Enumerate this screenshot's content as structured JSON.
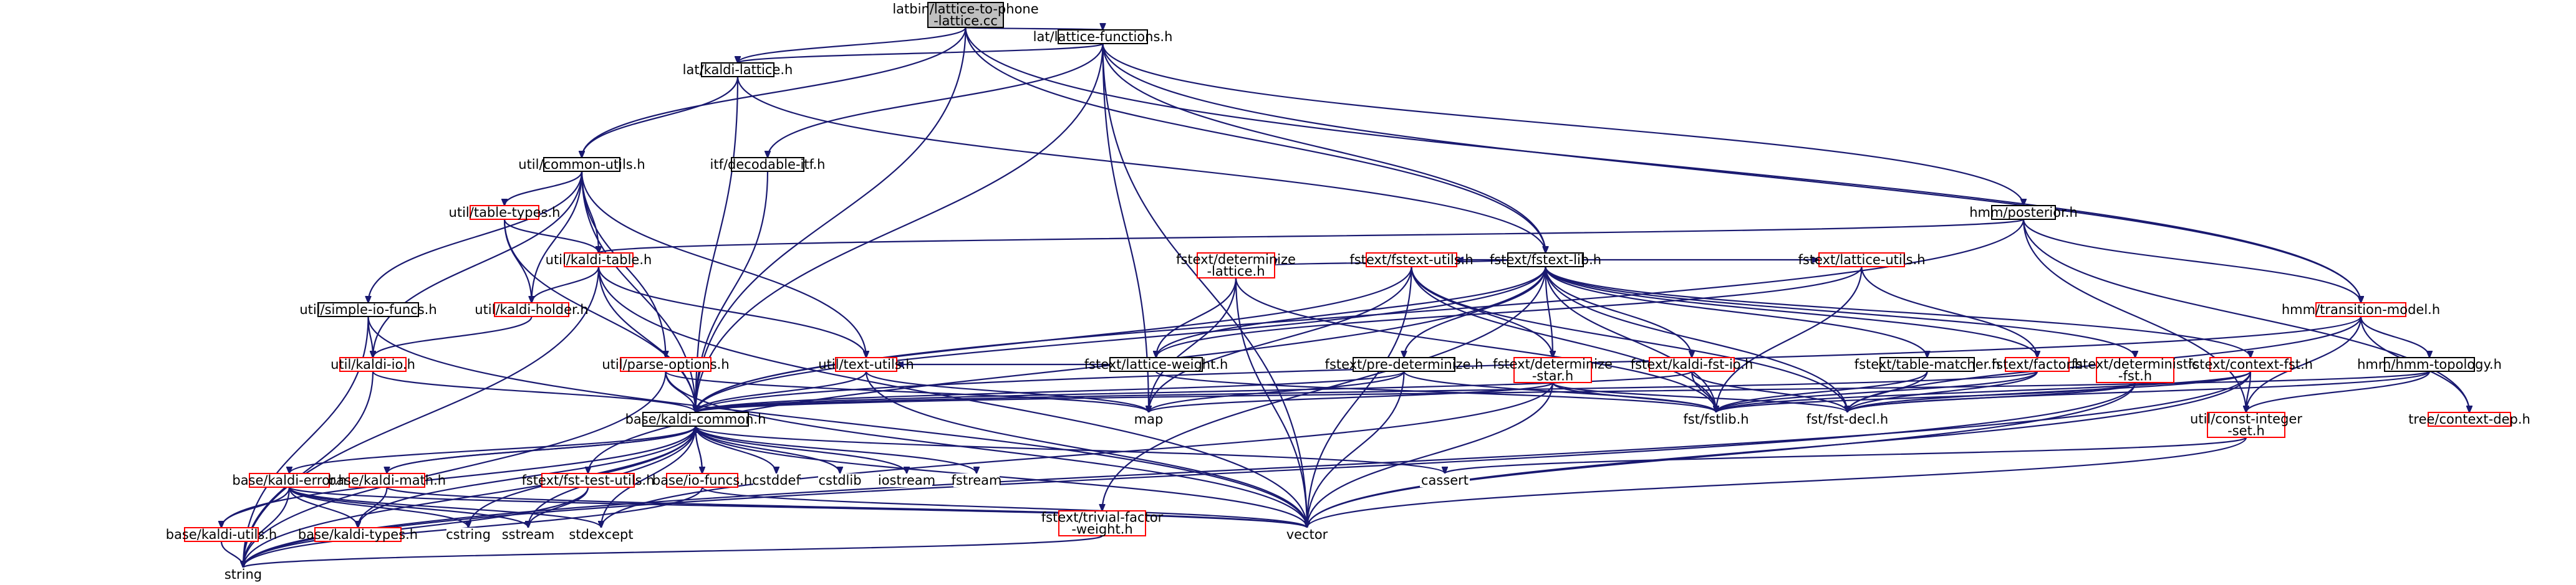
{
  "nodes": [
    {
      "id": "root",
      "lines": [
        "latbin/lattice-to-phone",
        "-lattice.cc"
      ],
      "style": "root"
    },
    {
      "id": "lattice-functions",
      "lines": [
        "lat/lattice-functions.h"
      ],
      "style": "black"
    },
    {
      "id": "kaldi-lattice",
      "lines": [
        "lat/kaldi-lattice.h"
      ],
      "style": "black"
    },
    {
      "id": "common-utils",
      "lines": [
        "util/common-utils.h"
      ],
      "style": "black"
    },
    {
      "id": "decodable-itf",
      "lines": [
        "itf/decodable-itf.h"
      ],
      "style": "black"
    },
    {
      "id": "posterior",
      "lines": [
        "hmm/posterior.h"
      ],
      "style": "black"
    },
    {
      "id": "fstext-lib",
      "lines": [
        "fstext/fstext-lib.h"
      ],
      "style": "black"
    },
    {
      "id": "transition-model",
      "lines": [
        "hmm/transition-model.h"
      ],
      "style": "red"
    },
    {
      "id": "table-types",
      "lines": [
        "util/table-types.h"
      ],
      "style": "red"
    },
    {
      "id": "kaldi-table",
      "lines": [
        "util/kaldi-table.h"
      ],
      "style": "red"
    },
    {
      "id": "kaldi-holder",
      "lines": [
        "util/kaldi-holder.h"
      ],
      "style": "red"
    },
    {
      "id": "simple-io-funcs",
      "lines": [
        "util/simple-io-funcs.h"
      ],
      "style": "black"
    },
    {
      "id": "kaldi-io",
      "lines": [
        "util/kaldi-io.h"
      ],
      "style": "red"
    },
    {
      "id": "parse-options",
      "lines": [
        "util/parse-options.h"
      ],
      "style": "red"
    },
    {
      "id": "text-utils",
      "lines": [
        "util/text-utils.h"
      ],
      "style": "red"
    },
    {
      "id": "determinize-lattice",
      "lines": [
        "fstext/determinize",
        "-lattice.h"
      ],
      "style": "red"
    },
    {
      "id": "lattice-weight",
      "lines": [
        "fstext/lattice-weight.h"
      ],
      "style": "black"
    },
    {
      "id": "fstext-utils",
      "lines": [
        "fstext/fstext-utils.h"
      ],
      "style": "red"
    },
    {
      "id": "pre-determinize",
      "lines": [
        "fstext/pre-determinize.h"
      ],
      "style": "black"
    },
    {
      "id": "determinize-star",
      "lines": [
        "fstext/determinize",
        "-star.h"
      ],
      "style": "red"
    },
    {
      "id": "kaldi-fst-io",
      "lines": [
        "fstext/kaldi-fst-io.h"
      ],
      "style": "red"
    },
    {
      "id": "lattice-utils",
      "lines": [
        "fstext/lattice-utils.h"
      ],
      "style": "red"
    },
    {
      "id": "table-matcher",
      "lines": [
        "fstext/table-matcher.h"
      ],
      "style": "black"
    },
    {
      "id": "factor",
      "lines": [
        "fstext/factor.h"
      ],
      "style": "red"
    },
    {
      "id": "deterministic-fst",
      "lines": [
        "fstext/deterministic",
        "-fst.h"
      ],
      "style": "red"
    },
    {
      "id": "context-fst",
      "lines": [
        "fstext/context-fst.h"
      ],
      "style": "red"
    },
    {
      "id": "hmm-topology",
      "lines": [
        "hmm/hmm-topology.h"
      ],
      "style": "black"
    },
    {
      "id": "context-dep",
      "lines": [
        "tree/context-dep.h"
      ],
      "style": "red"
    },
    {
      "id": "kaldi-common",
      "lines": [
        "base/kaldi-common.h"
      ],
      "style": "black"
    },
    {
      "id": "map",
      "lines": [
        "map"
      ],
      "style": "plain"
    },
    {
      "id": "fstlib",
      "lines": [
        "fst/fstlib.h"
      ],
      "style": "plain"
    },
    {
      "id": "fst-decl",
      "lines": [
        "fst/fst-decl.h"
      ],
      "style": "plain"
    },
    {
      "id": "const-integer-set",
      "lines": [
        "util/const-integer",
        "-set.h"
      ],
      "style": "red"
    },
    {
      "id": "kaldi-error",
      "lines": [
        "base/kaldi-error.h"
      ],
      "style": "red"
    },
    {
      "id": "kaldi-math",
      "lines": [
        "base/kaldi-math.h"
      ],
      "style": "red"
    },
    {
      "id": "fst-test-utils",
      "lines": [
        "fstext/fst-test-utils.h"
      ],
      "style": "red"
    },
    {
      "id": "io-funcs",
      "lines": [
        "base/io-funcs.h"
      ],
      "style": "red"
    },
    {
      "id": "cstddef",
      "lines": [
        "cstddef"
      ],
      "style": "plain"
    },
    {
      "id": "cstdlib",
      "lines": [
        "cstdlib"
      ],
      "style": "plain"
    },
    {
      "id": "iostream",
      "lines": [
        "iostream"
      ],
      "style": "plain"
    },
    {
      "id": "fstream",
      "lines": [
        "fstream"
      ],
      "style": "plain"
    },
    {
      "id": "trivial-factor-weight",
      "lines": [
        "fstext/trivial-factor",
        "-weight.h"
      ],
      "style": "red"
    },
    {
      "id": "cassert",
      "lines": [
        "cassert"
      ],
      "style": "plain"
    },
    {
      "id": "kaldi-utils",
      "lines": [
        "base/kaldi-utils.h"
      ],
      "style": "red"
    },
    {
      "id": "kaldi-types",
      "lines": [
        "base/kaldi-types.h"
      ],
      "style": "red"
    },
    {
      "id": "cstring",
      "lines": [
        "cstring"
      ],
      "style": "plain"
    },
    {
      "id": "sstream",
      "lines": [
        "sstream"
      ],
      "style": "plain"
    },
    {
      "id": "stdexcept",
      "lines": [
        "stdexcept"
      ],
      "style": "plain"
    },
    {
      "id": "vector",
      "lines": [
        "vector"
      ],
      "style": "plain"
    },
    {
      "id": "string",
      "lines": [
        "string"
      ],
      "style": "plain"
    }
  ],
  "edges": [
    [
      "root",
      "lattice-functions"
    ],
    [
      "root",
      "kaldi-lattice"
    ],
    [
      "root",
      "common-utils"
    ],
    [
      "root",
      "fstext-lib"
    ],
    [
      "root",
      "transition-model"
    ],
    [
      "root",
      "kaldi-common"
    ],
    [
      "lattice-functions",
      "kaldi-lattice"
    ],
    [
      "lattice-functions",
      "decodable-itf"
    ],
    [
      "lattice-functions",
      "posterior"
    ],
    [
      "lattice-functions",
      "fstext-lib"
    ],
    [
      "lattice-functions",
      "transition-model"
    ],
    [
      "lattice-functions",
      "kaldi-common"
    ],
    [
      "lattice-functions",
      "map"
    ],
    [
      "lattice-functions",
      "vector"
    ],
    [
      "kaldi-lattice",
      "common-utils"
    ],
    [
      "kaldi-lattice",
      "fstext-lib"
    ],
    [
      "kaldi-lattice",
      "kaldi-common"
    ],
    [
      "common-utils",
      "table-types"
    ],
    [
      "common-utils",
      "kaldi-table"
    ],
    [
      "common-utils",
      "kaldi-holder"
    ],
    [
      "common-utils",
      "simple-io-funcs"
    ],
    [
      "common-utils",
      "kaldi-io"
    ],
    [
      "common-utils",
      "parse-options"
    ],
    [
      "common-utils",
      "text-utils"
    ],
    [
      "common-utils",
      "kaldi-common"
    ],
    [
      "decodable-itf",
      "kaldi-common"
    ],
    [
      "posterior",
      "kaldi-table"
    ],
    [
      "posterior",
      "transition-model"
    ],
    [
      "posterior",
      "const-integer-set"
    ],
    [
      "posterior",
      "context-dep"
    ],
    [
      "posterior",
      "kaldi-common"
    ],
    [
      "table-types",
      "kaldi-table"
    ],
    [
      "table-types",
      "kaldi-holder"
    ],
    [
      "table-types",
      "kaldi-common"
    ],
    [
      "kaldi-table",
      "kaldi-holder"
    ],
    [
      "kaldi-table",
      "text-utils"
    ],
    [
      "kaldi-table",
      "kaldi-common"
    ],
    [
      "kaldi-table",
      "vector"
    ],
    [
      "kaldi-table",
      "string"
    ],
    [
      "kaldi-holder",
      "kaldi-io"
    ],
    [
      "simple-io-funcs",
      "kaldi-io"
    ],
    [
      "simple-io-funcs",
      "vector"
    ],
    [
      "simple-io-funcs",
      "string"
    ],
    [
      "kaldi-io",
      "kaldi-common"
    ],
    [
      "kaldi-io",
      "string"
    ],
    [
      "parse-options",
      "kaldi-common"
    ],
    [
      "parse-options",
      "map"
    ],
    [
      "parse-options",
      "vector"
    ],
    [
      "parse-options",
      "string"
    ],
    [
      "text-utils",
      "kaldi-common"
    ],
    [
      "text-utils",
      "map"
    ],
    [
      "text-utils",
      "vector"
    ],
    [
      "fstext-lib",
      "determinize-lattice"
    ],
    [
      "fstext-lib",
      "lattice-weight"
    ],
    [
      "fstext-lib",
      "fstext-utils"
    ],
    [
      "fstext-lib",
      "pre-determinize"
    ],
    [
      "fstext-lib",
      "determinize-star"
    ],
    [
      "fstext-lib",
      "kaldi-fst-io"
    ],
    [
      "fstext-lib",
      "lattice-utils"
    ],
    [
      "fstext-lib",
      "table-matcher"
    ],
    [
      "fstext-lib",
      "factor"
    ],
    [
      "fstext-lib",
      "deterministic-fst"
    ],
    [
      "fstext-lib",
      "context-fst"
    ],
    [
      "fstext-lib",
      "fst-test-utils"
    ],
    [
      "fstext-lib",
      "trivial-factor-weight"
    ],
    [
      "fstext-lib",
      "fstlib"
    ],
    [
      "fstext-lib",
      "fst-decl"
    ],
    [
      "fstext-lib",
      "kaldi-common"
    ],
    [
      "transition-model",
      "hmm-topology"
    ],
    [
      "transition-model",
      "const-integer-set"
    ],
    [
      "transition-model",
      "context-dep"
    ],
    [
      "transition-model",
      "fst-decl"
    ],
    [
      "transition-model",
      "kaldi-common"
    ],
    [
      "hmm-topology",
      "const-integer-set"
    ],
    [
      "hmm-topology",
      "fst-decl"
    ],
    [
      "hmm-topology",
      "kaldi-common"
    ],
    [
      "determinize-lattice",
      "lattice-weight"
    ],
    [
      "determinize-lattice",
      "fstlib"
    ],
    [
      "determinize-lattice",
      "map"
    ],
    [
      "determinize-lattice",
      "vector"
    ],
    [
      "lattice-weight",
      "fstlib"
    ],
    [
      "lattice-weight",
      "text-utils"
    ],
    [
      "fstext-utils",
      "determinize-star"
    ],
    [
      "fstext-utils",
      "fstlib"
    ],
    [
      "fstext-utils",
      "fst-decl"
    ],
    [
      "fstext-utils",
      "kaldi-common"
    ],
    [
      "fstext-utils",
      "map"
    ],
    [
      "fstext-utils",
      "vector"
    ],
    [
      "pre-determinize",
      "kaldi-common"
    ],
    [
      "pre-determinize",
      "fstlib"
    ],
    [
      "pre-determinize",
      "map"
    ],
    [
      "pre-determinize",
      "vector"
    ],
    [
      "determinize-star",
      "fstlib"
    ],
    [
      "determinize-star",
      "map"
    ],
    [
      "determinize-star",
      "stdexcept"
    ],
    [
      "determinize-star",
      "vector"
    ],
    [
      "determinize-star",
      "fst-decl"
    ],
    [
      "kaldi-fst-io",
      "kaldi-common"
    ],
    [
      "kaldi-fst-io",
      "fstlib"
    ],
    [
      "kaldi-fst-io",
      "fst-decl"
    ],
    [
      "lattice-utils",
      "fstlib"
    ],
    [
      "lattice-utils",
      "lattice-weight"
    ],
    [
      "lattice-utils",
      "factor"
    ],
    [
      "table-matcher",
      "fstlib"
    ],
    [
      "table-matcher",
      "fst-decl"
    ],
    [
      "factor",
      "fstlib"
    ],
    [
      "factor",
      "fst-decl"
    ],
    [
      "factor",
      "kaldi-common"
    ],
    [
      "deterministic-fst",
      "fstlib"
    ],
    [
      "deterministic-fst",
      "fst-decl"
    ],
    [
      "deterministic-fst",
      "vector"
    ],
    [
      "deterministic-fst",
      "string"
    ],
    [
      "context-fst",
      "fstlib"
    ],
    [
      "context-fst",
      "fst-decl"
    ],
    [
      "context-fst",
      "const-integer-set"
    ],
    [
      "context-fst",
      "vector"
    ],
    [
      "context-fst",
      "string"
    ],
    [
      "const-integer-set",
      "cassert"
    ],
    [
      "const-integer-set",
      "vector"
    ],
    [
      "kaldi-common",
      "kaldi-error"
    ],
    [
      "kaldi-common",
      "kaldi-math"
    ],
    [
      "kaldi-common",
      "io-funcs"
    ],
    [
      "kaldi-common",
      "kaldi-utils"
    ],
    [
      "kaldi-common",
      "kaldi-types"
    ],
    [
      "kaldi-common",
      "cstddef"
    ],
    [
      "kaldi-common",
      "cstdlib"
    ],
    [
      "kaldi-common",
      "iostream"
    ],
    [
      "kaldi-common",
      "fstream"
    ],
    [
      "kaldi-common",
      "cstring"
    ],
    [
      "kaldi-common",
      "sstream"
    ],
    [
      "kaldi-common",
      "stdexcept"
    ],
    [
      "kaldi-common",
      "vector"
    ],
    [
      "kaldi-common",
      "string"
    ],
    [
      "kaldi-common",
      "cassert"
    ],
    [
      "kaldi-error",
      "kaldi-types"
    ],
    [
      "kaldi-error",
      "kaldi-utils"
    ],
    [
      "kaldi-error",
      "cstring"
    ],
    [
      "kaldi-error",
      "sstream"
    ],
    [
      "kaldi-error",
      "stdexcept"
    ],
    [
      "kaldi-error",
      "vector"
    ],
    [
      "kaldi-error",
      "string"
    ],
    [
      "kaldi-math",
      "kaldi-common"
    ],
    [
      "kaldi-math",
      "kaldi-types"
    ],
    [
      "kaldi-math",
      "vector"
    ],
    [
      "fst-test-utils",
      "sstream"
    ],
    [
      "fst-test-utils",
      "string"
    ],
    [
      "io-funcs",
      "kaldi-common"
    ],
    [
      "io-funcs",
      "vector"
    ],
    [
      "io-funcs",
      "string"
    ],
    [
      "trivial-factor-weight",
      "string"
    ],
    [
      "kaldi-utils",
      "string"
    ]
  ]
}
